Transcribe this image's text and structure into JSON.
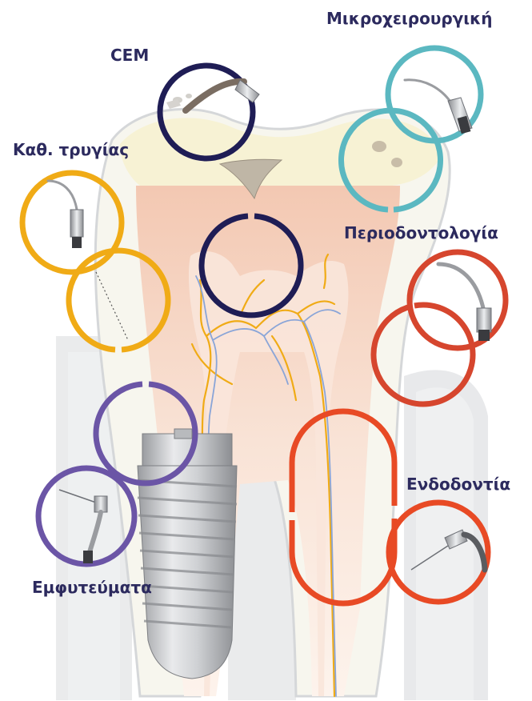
{
  "labels": {
    "cem": "CEM",
    "microsurgery": "Μικροχειρουργική",
    "scaling": "Καθ. τρυγίας",
    "periodontology": "Περιοδοντολογία",
    "endodontics": "Ενδοδοντία",
    "implants": "Εμφυτεύματα"
  },
  "colors": {
    "cem": "#1f1d55",
    "microsurgery": "#5bb8c1",
    "scaling": "#f0ab16",
    "periodontology": "#d6462e",
    "endodontics": "#e84a25",
    "implants": "#6b55a6",
    "label_text": "#2c2a5e",
    "tooth_pulp": "#f6d7c6",
    "enamel": "#f6f3d8",
    "gum_gray": "#d3d5d7"
  },
  "icons": {
    "cem": "scaler-tip-icon",
    "microsurgery": "scaler-tip-icon",
    "scaling": "scaler-tip-icon",
    "periodontology": "scaler-tip-icon",
    "endodontics": "endo-file-icon",
    "implants": "implant-tip-icon"
  }
}
